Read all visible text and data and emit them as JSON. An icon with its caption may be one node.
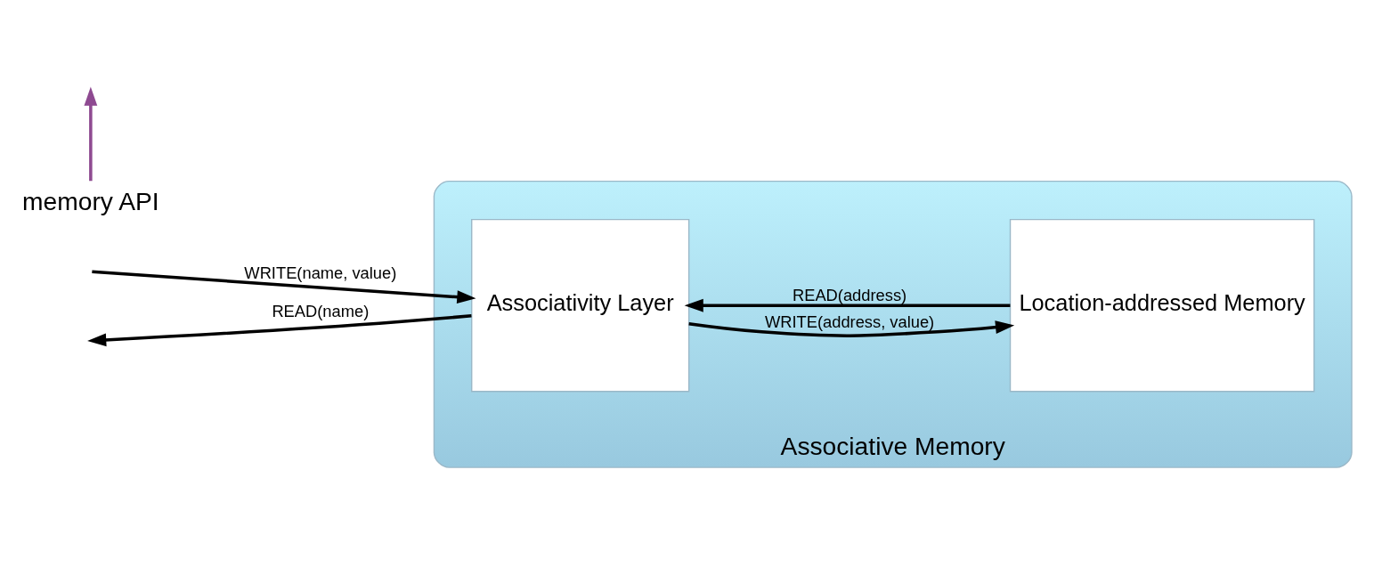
{
  "diagram": {
    "nodes": [
      {
        "text": [
          "Associative Memory"
        ]
      },
      {
        "text": [
          "Associativity Layer"
        ],
        "in": 0
      },
      {
        "text": [
          "Location-addressed Memory"
        ],
        "in": 0
      },
      {
        "text": [
          "memory API"
        ]
      }
    ],
    "edges": [
      {
        "from": null,
        "to": 1,
        "arrow": "to",
        "label": "WRITE(name, value)"
      },
      {
        "from": 1,
        "to": null,
        "arrow": "to",
        "label": "READ(name)"
      },
      {
        "from": 1,
        "to": 2,
        "arrow": "to",
        "label": "WRITE(address, value)"
      },
      {
        "from": 2,
        "to": 1,
        "arrow": "to",
        "label": "READ(address)"
      },
      {
        "from": 3,
        "to": null,
        "arrow": "to",
        "color": "#8e4a91"
      }
    ]
  }
}
